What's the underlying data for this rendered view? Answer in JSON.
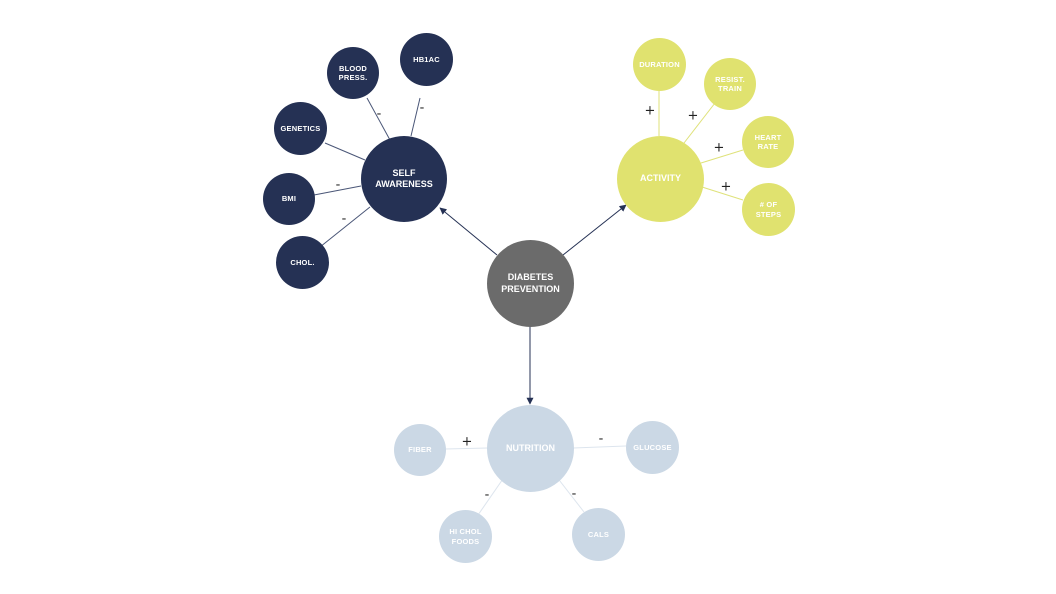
{
  "colors": {
    "center": "#6b6b6b",
    "awareness": "#253154",
    "activity": "#e0e26f",
    "nutrition": "#cbd8e5",
    "awareness_line": "#4a5677",
    "activity_line": "#dfe27a",
    "nutrition_line": "#dde5ee"
  },
  "center": {
    "label": "DIABETES\nPREVENTION"
  },
  "awareness": {
    "label": "SELF\nAWARENESS",
    "children": [
      {
        "label": "BLOOD\nPRESS.",
        "sign": "-"
      },
      {
        "label": "HB1AC",
        "sign": "-"
      },
      {
        "label": "GENETICS",
        "sign": ""
      },
      {
        "label": "BMI",
        "sign": "-"
      },
      {
        "label": "CHOL.",
        "sign": "-"
      }
    ]
  },
  "activity": {
    "label": "ACTIVITY",
    "children": [
      {
        "label": "DURATION",
        "sign": "+"
      },
      {
        "label": "RESIST.\nTRAIN",
        "sign": "+"
      },
      {
        "label": "HEART\nRATE",
        "sign": "+"
      },
      {
        "label": "# OF\nSTEPS",
        "sign": "+"
      }
    ]
  },
  "nutrition": {
    "label": "NUTRITION",
    "children": [
      {
        "label": "FIBER",
        "sign": "+"
      },
      {
        "label": "GLUCOSE",
        "sign": "-"
      },
      {
        "label": "HI CHOL\nFOODS",
        "sign": "-"
      },
      {
        "label": "CALS",
        "sign": "-"
      }
    ]
  }
}
